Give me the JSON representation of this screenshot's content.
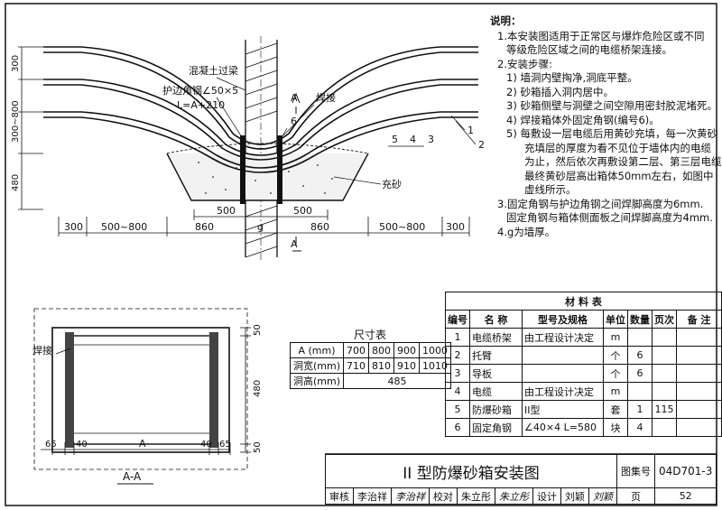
{
  "notes": {
    "title": "说明：",
    "lines": [
      "1.本安装图适用于正常区与爆炸危险区或不同",
      "等级危险区域之间的电缆桥架连接。",
      "2.安装步骤:",
      "1)  墙洞内壁掏净,洞底平整。",
      "2)  砂箱插入洞内居中。",
      "3)  砂箱侧壁与洞壁之间空隙用密封胶泥堵死。",
      "4)  焊接箱体外固定角钢(编号6)。",
      "5)  每敷设一层电缆后用黄砂充填，每一次黄砂",
      "充填层的厚度为看不见位于墙体内的电缆",
      "为止，然后依次再敷设第二层、第三层电缆。",
      "最终黄砂层高出箱体50mm左右，如图中",
      "虚线所示。",
      "3.固定角钢与护边角钢之间焊脚高度为6mm.",
      "固定角钢与箱体侧面板之间焊脚高度为4mm.",
      "4.g为墙厚。"
    ]
  },
  "elevation": {
    "labels": {
      "concrete_beam": "混凝土过梁",
      "edge_angle": "护边角钢∠50×5",
      "edge_len": "L=A+210",
      "weld": "焊接",
      "section_mark": "A",
      "sand_fill": "充砂",
      "n1": "1",
      "n2": "2",
      "n3": "3",
      "n4": "4",
      "n5": "5",
      "n6": "6"
    },
    "dims_v": {
      "d300": "300",
      "d300_800": "300~800",
      "d480": "480"
    },
    "dims_h": {
      "d500a": "500",
      "d500b": "500",
      "d300a": "300",
      "d500_800a": "500~800",
      "d860a": "860",
      "g": "g",
      "d860b": "860",
      "d500_800b": "500~800",
      "d300b": "300"
    }
  },
  "section": {
    "weld": "焊接",
    "dims": {
      "d65a": "65",
      "d40a": "40",
      "A": "A",
      "d40b": "40",
      "d65b": "65",
      "v50a": "50",
      "v480": "480",
      "v50b": "50"
    },
    "caption": "A-A"
  },
  "size_table": {
    "caption": "尺寸表",
    "rows": [
      {
        "label": "A",
        "unit": "(mm)",
        "vals": [
          "700",
          "800",
          "900",
          "1000"
        ]
      },
      {
        "label": "洞宽",
        "unit": "(mm)",
        "vals": [
          "710",
          "810",
          "910",
          "1010"
        ]
      },
      {
        "label": "洞高",
        "unit": "(mm)",
        "span": "485"
      }
    ]
  },
  "materials": {
    "caption": "材 料 表",
    "headers": [
      "编号",
      "名 称",
      "型号及规格",
      "单位",
      "数量",
      "页次",
      "备 注"
    ],
    "rows": [
      [
        "1",
        "电缆桥架",
        "由工程设计决定",
        "m",
        "",
        "",
        ""
      ],
      [
        "2",
        "托臂",
        "",
        "个",
        "6",
        "",
        ""
      ],
      [
        "3",
        "导板",
        "",
        "个",
        "6",
        "",
        ""
      ],
      [
        "4",
        "电缆",
        "由工程设计决定",
        "m",
        "",
        "",
        ""
      ],
      [
        "5",
        "防爆砂箱",
        "II型",
        "套",
        "1",
        "115",
        ""
      ],
      [
        "6",
        "固定角钢",
        "∠40×4  L=580",
        "块",
        "4",
        "",
        ""
      ]
    ]
  },
  "title_block": {
    "title": "II 型防爆砂箱安装图",
    "atlas_label": "图集号",
    "atlas_no": "04D701-3",
    "review": "审核",
    "reviewer": "李治祥",
    "review_sig": "李治祥",
    "check": "校对",
    "checker": "朱立彤",
    "check_sig": "朱立彤",
    "design": "设计",
    "designer": "刘颖",
    "design_sig": "刘颖",
    "page_label": "页",
    "page_no": "52"
  }
}
